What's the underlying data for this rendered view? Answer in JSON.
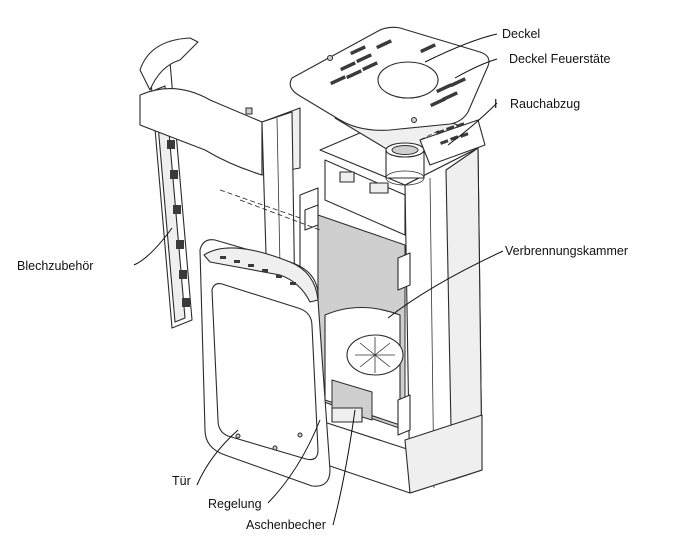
{
  "labels": {
    "deckel": "Deckel",
    "deckel_feuerstaette": "Deckel Feuerstäte",
    "rauchabzug": "Rauchabzug",
    "blechzubehoer": "Blechzubehör",
    "verbrennungskammer": "Verbrennungskammer",
    "tuer": "Tür",
    "regelung": "Regelung",
    "aschenbecher": "Aschenbecher"
  },
  "rauchabzug_marker": "I"
}
